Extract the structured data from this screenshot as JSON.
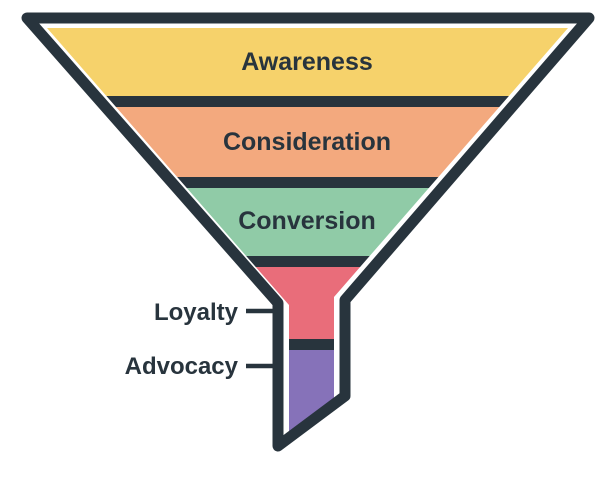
{
  "diagram": {
    "type": "funnel",
    "colors": {
      "outline": "#28343D",
      "background": "#FFFFFF",
      "label_text": "#28343D"
    },
    "stages": [
      {
        "label": "Awareness",
        "color": "#F6D26B",
        "label_position": "inside"
      },
      {
        "label": "Consideration",
        "color": "#F3A97E",
        "label_position": "inside"
      },
      {
        "label": "Conversion",
        "color": "#90CBA7",
        "label_position": "inside"
      },
      {
        "label": "Loyalty",
        "color": "#E96D7A",
        "label_position": "outside"
      },
      {
        "label": "Advocacy",
        "color": "#8672B9",
        "label_position": "outside"
      }
    ]
  }
}
